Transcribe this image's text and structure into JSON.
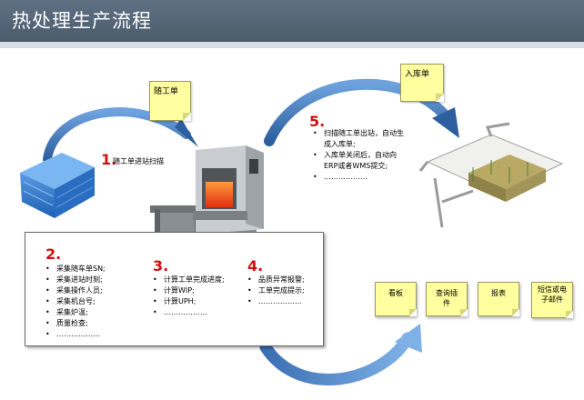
{
  "title": "热处理生产流程",
  "notes": {
    "work_order": "随工单",
    "warehouse_order": "入库单"
  },
  "steps": [
    {
      "num": "1.",
      "text": "随工单进站扫描"
    },
    {
      "num": "2.",
      "items": [
        "采集随车单SN;",
        "采集进站时刻;",
        "采集操作人员;",
        "采集机台号;",
        "采集炉温;",
        "质量检查;",
        "………………"
      ]
    },
    {
      "num": "3.",
      "items": [
        "计算工单完成进度;",
        "计算WIP;",
        "计算UPH;",
        "………………"
      ]
    },
    {
      "num": "4.",
      "items": [
        "品质异常报警;",
        "工单完成提示;",
        "………………"
      ]
    },
    {
      "num": "5.",
      "items": [
        "扫描随工单出站，自动生成入库单;",
        "入库单关闭后，自动向ERP或者WMS提交;",
        "………………"
      ]
    }
  ],
  "outputs": [
    "看板",
    "查询插件",
    "报表",
    "短信或电子邮件"
  ],
  "colors": {
    "title_bar": "#51647a",
    "note_fill": "#ffffa0",
    "arrow": "#4a7fc4",
    "step_number": "#d01010"
  }
}
